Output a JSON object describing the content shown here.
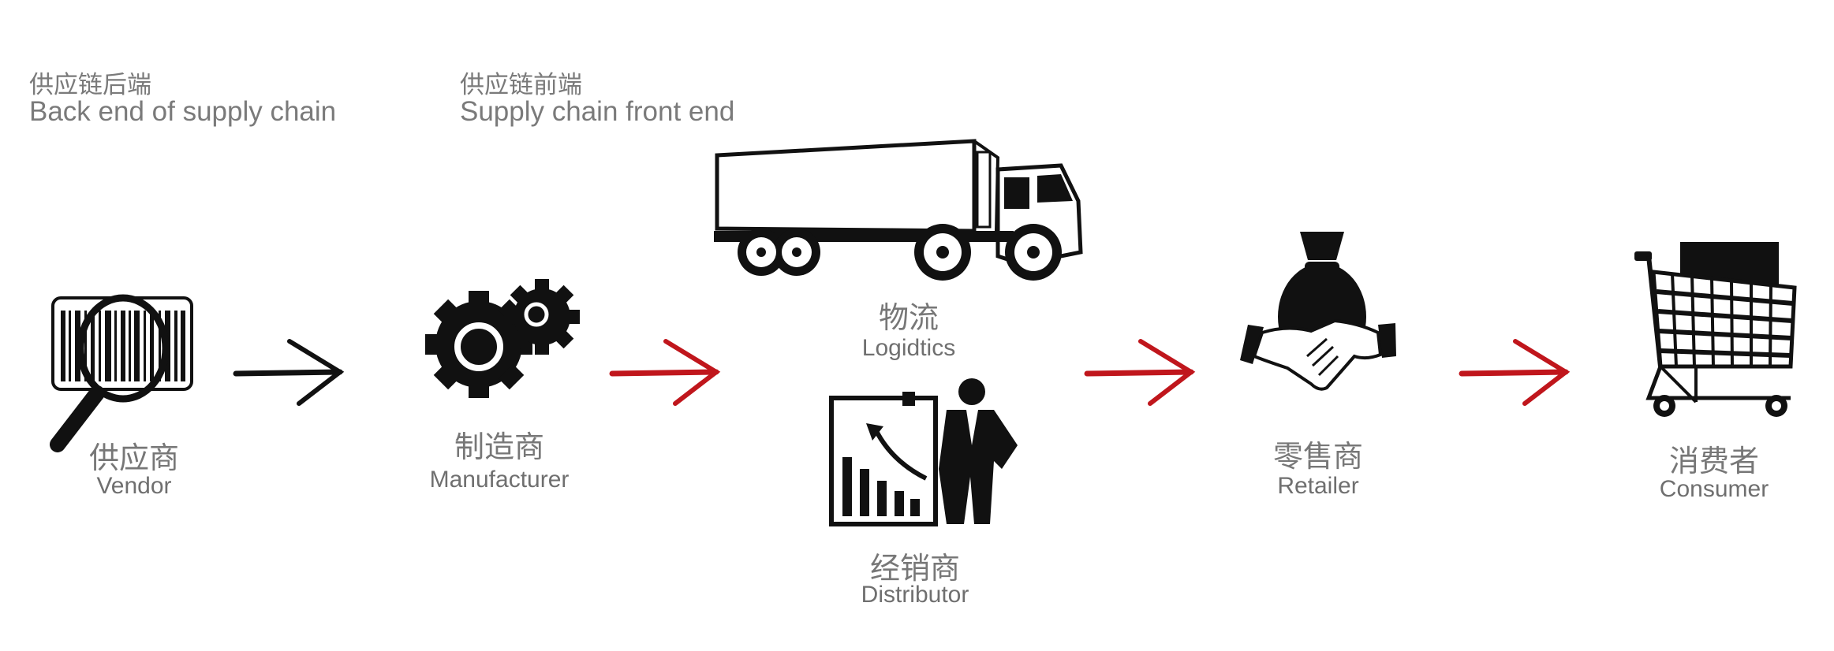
{
  "headers": {
    "back_end": {
      "cn": "供应链后端",
      "en": "Back end of supply chain"
    },
    "front_end": {
      "cn": "供应链前端",
      "en": "Supply chain front end"
    }
  },
  "nodes": {
    "vendor": {
      "cn": "供应商",
      "en": "Vendor",
      "icon": "barcode-magnifier-icon"
    },
    "manufacturer": {
      "cn": "制造商",
      "en": "Manufacturer",
      "icon": "gears-icon"
    },
    "logistics": {
      "cn": "物流",
      "en": "Logidtics",
      "icon": "truck-icon"
    },
    "distributor": {
      "cn": "经销商",
      "en": "Distributor",
      "icon": "presenter-chart-icon"
    },
    "retailer": {
      "cn": "零售商",
      "en": "Retailer",
      "icon": "handshake-moneybag-icon"
    },
    "consumer": {
      "cn": "消费者",
      "en": "Consumer",
      "icon": "shopping-cart-icon"
    }
  },
  "colors": {
    "text": "#777777",
    "arrow_back": "#111111",
    "arrow_front": "#c0161c"
  }
}
